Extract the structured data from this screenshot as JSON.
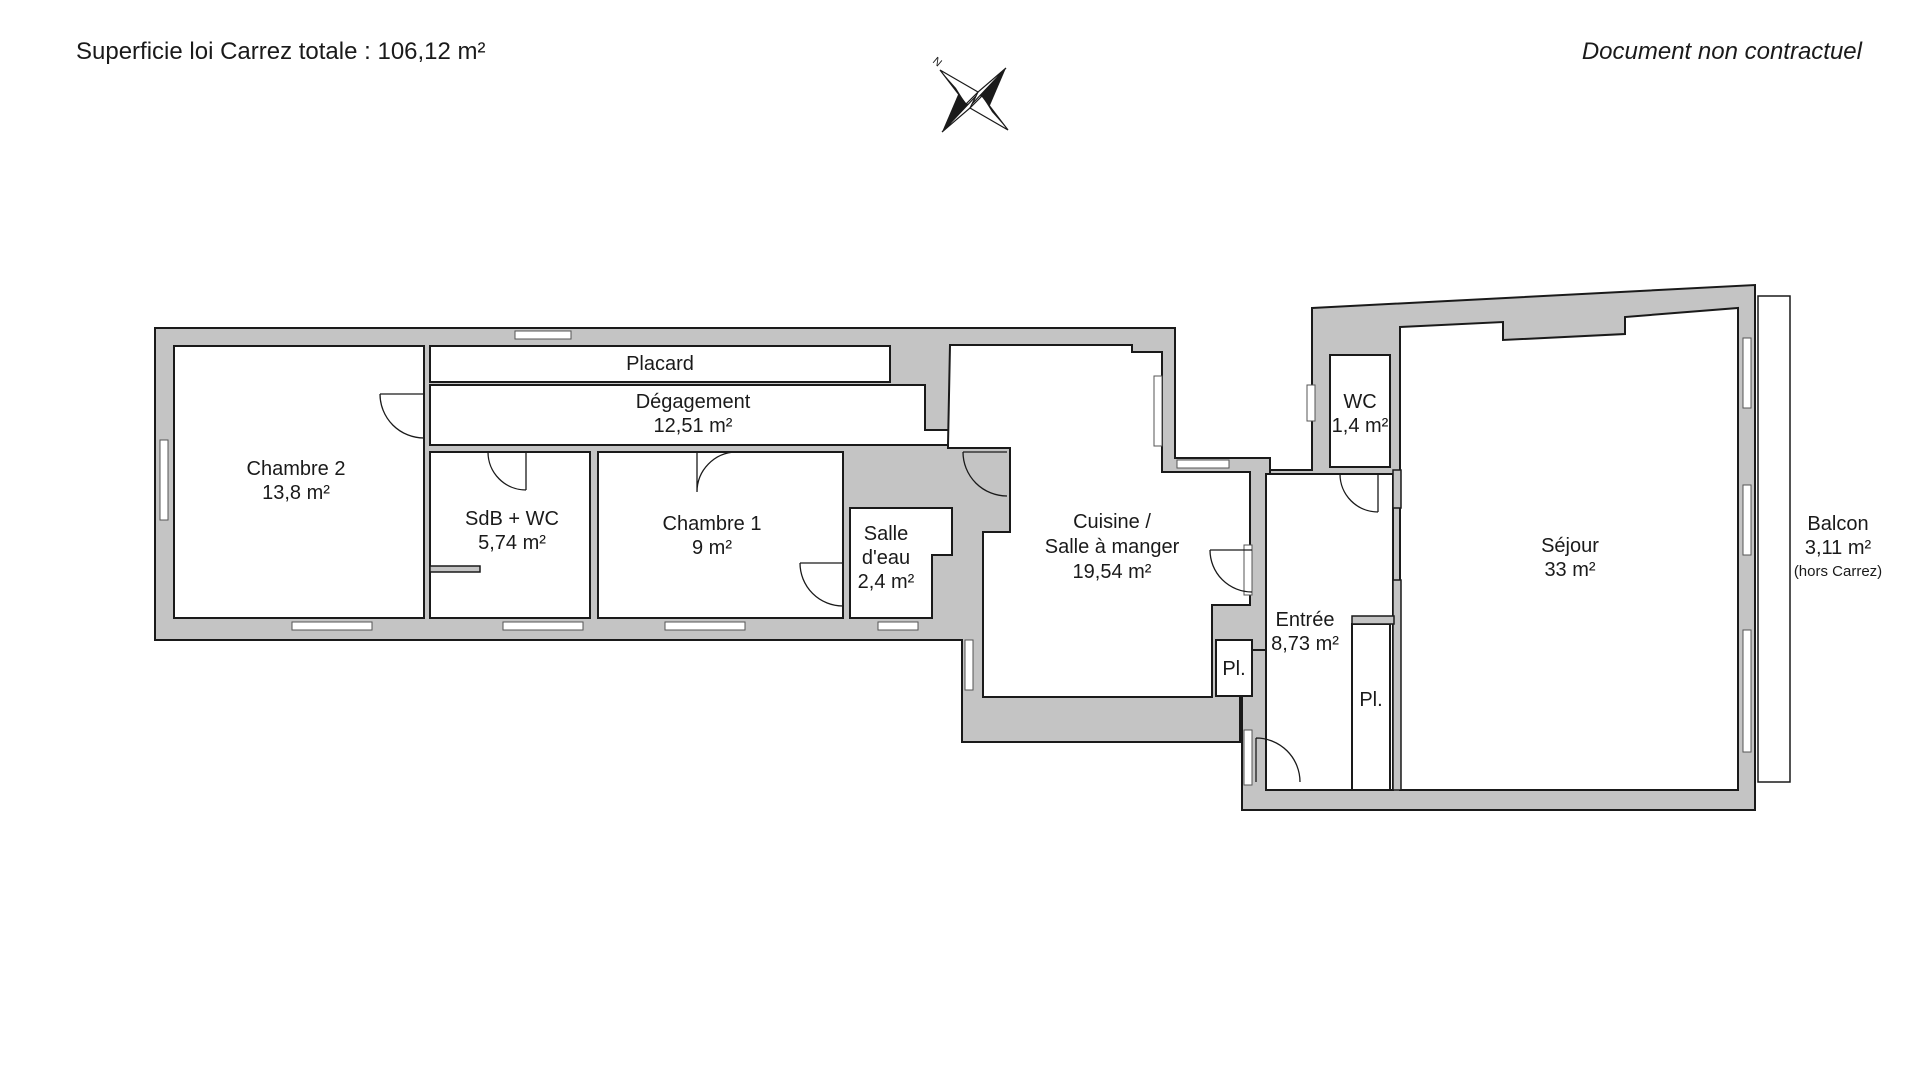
{
  "header": {
    "surface_total": "Superficie loi Carrez totale :  106,12 m²",
    "disclaimer": "Document non contractuel"
  },
  "compass": {
    "north_label": "N"
  },
  "rooms": {
    "placard_top": {
      "name": "Placard"
    },
    "degagement": {
      "name": "Dégagement",
      "area": "12,51 m²"
    },
    "chambre2": {
      "name": "Chambre 2",
      "area": "13,8 m²"
    },
    "sdb_wc": {
      "name": "SdB + WC",
      "area": "5,74 m²"
    },
    "chambre1": {
      "name": "Chambre 1",
      "area": "9 m²"
    },
    "salle_eau": {
      "name_line1": "Salle",
      "name_line2": "d'eau",
      "area": "2,4 m²"
    },
    "cuisine": {
      "name_line1": "Cuisine /",
      "name_line2": "Salle à manger",
      "area": "19,54 m²"
    },
    "pl_cuisine": {
      "name": "Pl."
    },
    "wc": {
      "name": "WC",
      "area": "1,4 m²"
    },
    "entree": {
      "name": "Entrée",
      "area": "8,73 m²"
    },
    "pl_entree": {
      "name": "Pl."
    },
    "sejour": {
      "name": "Séjour",
      "area": "33 m²"
    },
    "balcon": {
      "name": "Balcon",
      "area": "3,11 m²",
      "note": "(hors Carrez)"
    }
  },
  "colors": {
    "wall_fill": "#c4c4c4",
    "line": "#1a1a1a",
    "room_fill": "#ffffff"
  }
}
